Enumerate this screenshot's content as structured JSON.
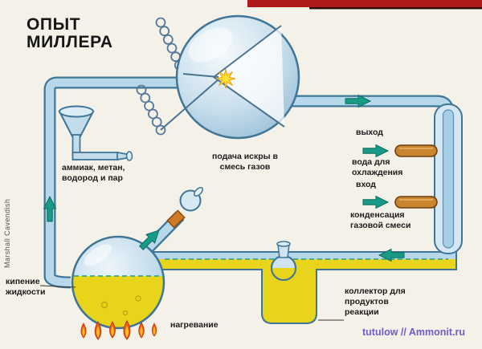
{
  "page": {
    "background": "#f4f1e8",
    "accent_bar_color": "#b11a1a"
  },
  "header": {
    "title": "ОПЫТ\nМИЛЛЕРА",
    "credit": "Marshall Cavendish"
  },
  "labels": {
    "gas_mixture": "аммиак, метан,\nводород и пар",
    "spark_supply": "подача искры в\nсмесь газов",
    "water_outlet": "выход",
    "cooling_water": "вода для\nохлаждения",
    "water_inlet": "вход",
    "condensation": "конденсация\nгазовой смеси",
    "boiling_liquid": "кипение\nжидкости",
    "heating": "нагревание",
    "collector": "коллектор для\nпродуктов\nреакции"
  },
  "watermark": "tutulow // Ammonit.ru",
  "colors": {
    "tube_fill": "#b7d8ea",
    "tube_border": "#3f7698",
    "liquid_yellow": "#e9d41c",
    "arrow_green": "#189a87",
    "pipe_orange": "#c9842e",
    "flame_orange": "#ee5f17",
    "watermark_purple": "#6f5ec8"
  }
}
